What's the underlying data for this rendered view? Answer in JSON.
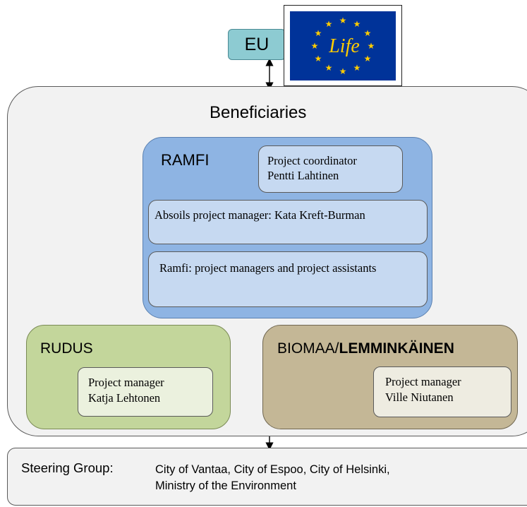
{
  "eu": {
    "label": "EU"
  },
  "life_logo": {
    "text": "Life",
    "colors": {
      "flag": "#003399",
      "stars": "#ffcc00"
    }
  },
  "beneficiaries": {
    "title": "Beneficiaries",
    "ramfi": {
      "title": "RAMFI",
      "coordinator": {
        "role": "Project coordinator",
        "name": "Pentti Lahtinen"
      },
      "absoils": "Absoils project manager: Kata Kreft-Burman",
      "managers": "Ramfi: project managers and project assistants"
    },
    "rudus": {
      "title": "RUDUS",
      "manager": {
        "role": "Project manager",
        "name": "Katja Lehtonen"
      }
    },
    "biomaa": {
      "title_part1": "BIOMAA/",
      "title_part2": "LEMMINKÄINEN",
      "manager": {
        "role": "Project manager",
        "name": "Ville Niutanen"
      }
    }
  },
  "steering_group": {
    "label": "Steering Group:",
    "members_line1": "City of Vantaa, City of Espoo, City of Helsinki,",
    "members_line2": "Ministry of the Environment"
  },
  "colors": {
    "eu_box": "#8dcbd2",
    "ramfi": "#8eb4e3",
    "ramfi_inner": "#c6d9f1",
    "rudus": "#c3d69b",
    "biomaa": "#c4b796"
  }
}
